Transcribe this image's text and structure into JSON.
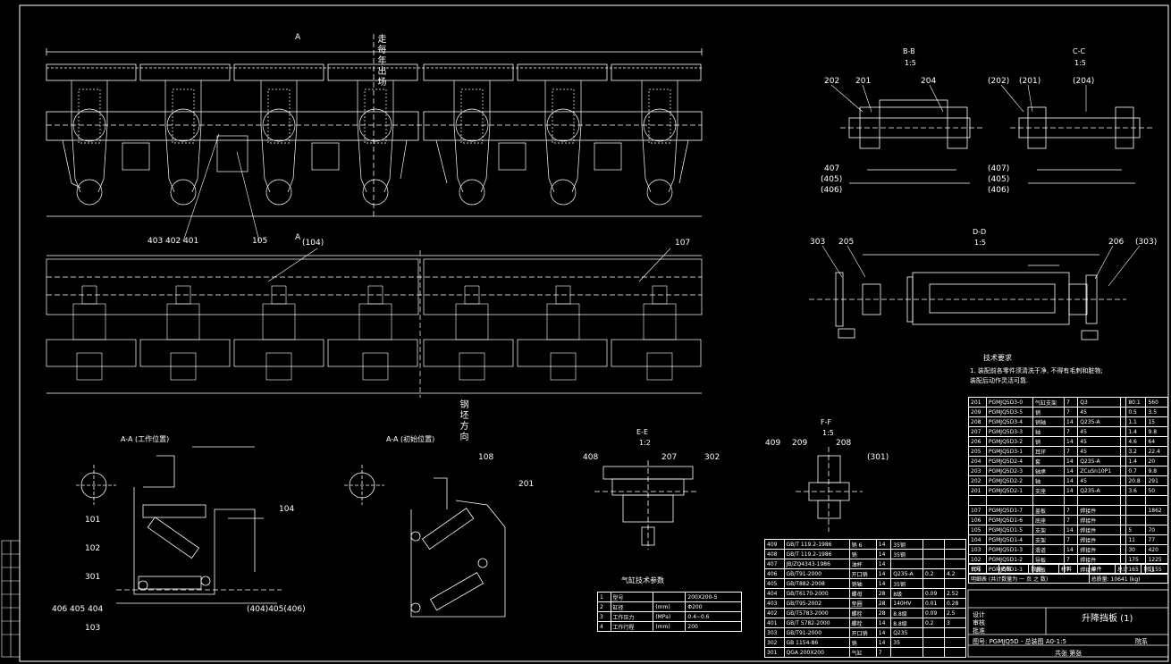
{
  "views": {
    "top_section_mark": "A",
    "mid_section_mark": "A",
    "section_bb": {
      "name": "B-B",
      "scale": "1:5"
    },
    "section_cc": {
      "name": "C-C",
      "scale": "1:5"
    },
    "section_dd": {
      "name": "D-D",
      "scale": "1:5"
    },
    "section_ee": {
      "name": "E-E",
      "scale": "1:2"
    },
    "section_ff": {
      "name": "F-F",
      "scale": "1:5"
    },
    "view_aa_work": "A-A (工作位置)",
    "view_aa_open": "A-A (初始位置)"
  },
  "vertical_note_top": "走每年出场",
  "vertical_note_mid": "钢坯方向",
  "callouts": {
    "c403_402_401": "403 402 401",
    "c105": "105",
    "c104_top": "(104)",
    "c107": "107",
    "c202": "202",
    "c201": "201",
    "c204": "204",
    "c202p": "(202)",
    "c201p": "(201)",
    "c204p": "(204)",
    "c407": "407",
    "c405": "(405)",
    "c406": "(406)",
    "c407p": "(407)",
    "c405p": "(405)",
    "c406p": "(406)",
    "c303": "303",
    "c205": "205",
    "c206": "206",
    "c303p": "(303)",
    "c101": "101",
    "c102": "102",
    "c301": "301",
    "c104": "104",
    "c406_405_404": "406 405 404",
    "c103": "103",
    "c404_405_406": "(404)405(406)",
    "c108": "108",
    "c201b": "201",
    "c408": "408",
    "c207": "207",
    "c302": "302",
    "c409": "409",
    "c209": "209",
    "c208": "208",
    "c301p": "(301)"
  },
  "tech_req": {
    "title": "技术要求",
    "line1": "1. 装配前各零件须清洗干净, 不得有毛刺和脏物;",
    "line2": "   装配后动作灵活可靠."
  },
  "cylinder_table": {
    "title": "气缸技术参数",
    "rows": [
      [
        "1",
        "型号",
        "",
        "200X200-S"
      ],
      [
        "2",
        "缸径",
        "(mm)",
        "Φ200"
      ],
      [
        "3",
        "工作压力",
        "(MPa)",
        "0.4~0.6"
      ],
      [
        "4",
        "工作行程",
        "(mm)",
        "200"
      ]
    ]
  },
  "bom_right": {
    "rows": [
      [
        "201",
        "PGMJQ5D3-0",
        "气缸支架",
        "7",
        "Q3",
        "",
        "80.1",
        "560"
      ],
      [
        "209",
        "PGMJQ5D3-5",
        "销",
        "7",
        "45",
        "",
        "0.5",
        "3.5"
      ],
      [
        "208",
        "PGMJQ5D3-4",
        "销轴",
        "14",
        "Q235-A",
        "",
        "1.1",
        "15"
      ],
      [
        "207",
        "PGMJQ5D3-3",
        "轴",
        "7",
        "45",
        "",
        "1.4",
        "9.8"
      ],
      [
        "206",
        "PGMJQ5D3-2",
        "销",
        "14",
        "45",
        "",
        "4.6",
        "64"
      ],
      [
        "205",
        "PGMJQ5D3-1",
        "耳环",
        "7",
        "45",
        "",
        "3.2",
        "22.4"
      ],
      [
        "204",
        "PGMJQ5D2-4",
        "套",
        "14",
        "Q235-A",
        "",
        "1.4",
        "20"
      ],
      [
        "203",
        "PGMJQ5D2-3",
        "轴承",
        "14",
        "ZCuSn10P1",
        "",
        "0.7",
        "9.8"
      ],
      [
        "202",
        "PGMJQ5D2-2",
        "轴",
        "14",
        "45",
        "",
        "20.8",
        "291"
      ],
      [
        "201",
        "PGMJQ5D2-1",
        "支座",
        "14",
        "Q235-A",
        "",
        "3.6",
        "50"
      ],
      [
        "",
        "",
        "",
        "",
        "",
        "",
        "",
        ""
      ],
      [
        "107",
        "PGMJQ5D1-7",
        "盖板",
        "7",
        "焊接件",
        "",
        "",
        "1862"
      ],
      [
        "106",
        "PGMJQ5D1-6",
        "底座",
        "7",
        "焊接件",
        "",
        "",
        ""
      ],
      [
        "105",
        "PGMJQ5D1-5",
        "支架",
        "14",
        "焊接件",
        "",
        "5",
        "70"
      ],
      [
        "104",
        "PGMJQ5D1-4",
        "支架",
        "7",
        "焊接件",
        "",
        "11",
        "77"
      ],
      [
        "103",
        "PGMJQ5D1-3",
        "滑道",
        "14",
        "焊接件",
        "",
        "30",
        "420"
      ],
      [
        "102",
        "PGMJQ5D1-2",
        "导板",
        "7",
        "焊接件",
        "",
        "175",
        "1225"
      ],
      [
        "101",
        "PGMJQ5D1-1",
        "钢板",
        "7",
        "焊接件",
        "",
        "165",
        "1155"
      ]
    ],
    "header": [
      "代号",
      "名称",
      "数量",
      "材料",
      "单件",
      "总计",
      "附注"
    ],
    "summary": [
      "明细表 (共计数量为 一 页 之 数)",
      "总质量: 10641 (kg)"
    ]
  },
  "bom_left": {
    "rows": [
      [
        "409",
        "GB/T 119.2-1986",
        "销 6",
        "14",
        "35钢",
        "",
        ""
      ],
      [
        "408",
        "GB/T 119.2-1986",
        "销",
        "14",
        "35钢",
        "",
        ""
      ],
      [
        "407",
        "JB/ZQ4343-1986",
        "油杯",
        "14",
        "",
        "",
        ""
      ],
      [
        "406",
        "GB/T91-2000",
        "开口销",
        "14",
        "Q235-A",
        "0.2",
        "4.2"
      ],
      [
        "405",
        "GB/T882-2008",
        "销轴",
        "14",
        "35钢",
        "",
        ""
      ],
      [
        "404",
        "GB/T6170-2000",
        "螺母",
        "28",
        "8级",
        "0.09",
        "2.52"
      ],
      [
        "403",
        "GB/T95-2002",
        "垫圈",
        "28",
        "140HV",
        "0.01",
        "0.28"
      ],
      [
        "402",
        "GB/T5783-2000",
        "螺栓",
        "28",
        "8.8级",
        "0.09",
        "2.5"
      ],
      [
        "401",
        "GB/T 5782-2000",
        "螺栓",
        "14",
        "8.8级",
        "0.2",
        "3"
      ],
      [
        "303",
        "GB/T91-2000",
        "开口销",
        "14",
        "Q235",
        "",
        ""
      ],
      [
        "302",
        "GB 1154-86",
        "销",
        "14",
        "35",
        "",
        ""
      ],
      [
        "301",
        "QGA 200X200",
        "气缸",
        "7",
        "",
        "",
        ""
      ]
    ]
  },
  "title_block": {
    "drawing_name": "升降挡板 (1)",
    "drawing_no": "图号: PGMJQ5D - 总装图 A0-1:5",
    "left_labels": [
      "设计",
      "审核",
      "批准"
    ],
    "sheet_label": "共张 第张",
    "company": "院系"
  }
}
